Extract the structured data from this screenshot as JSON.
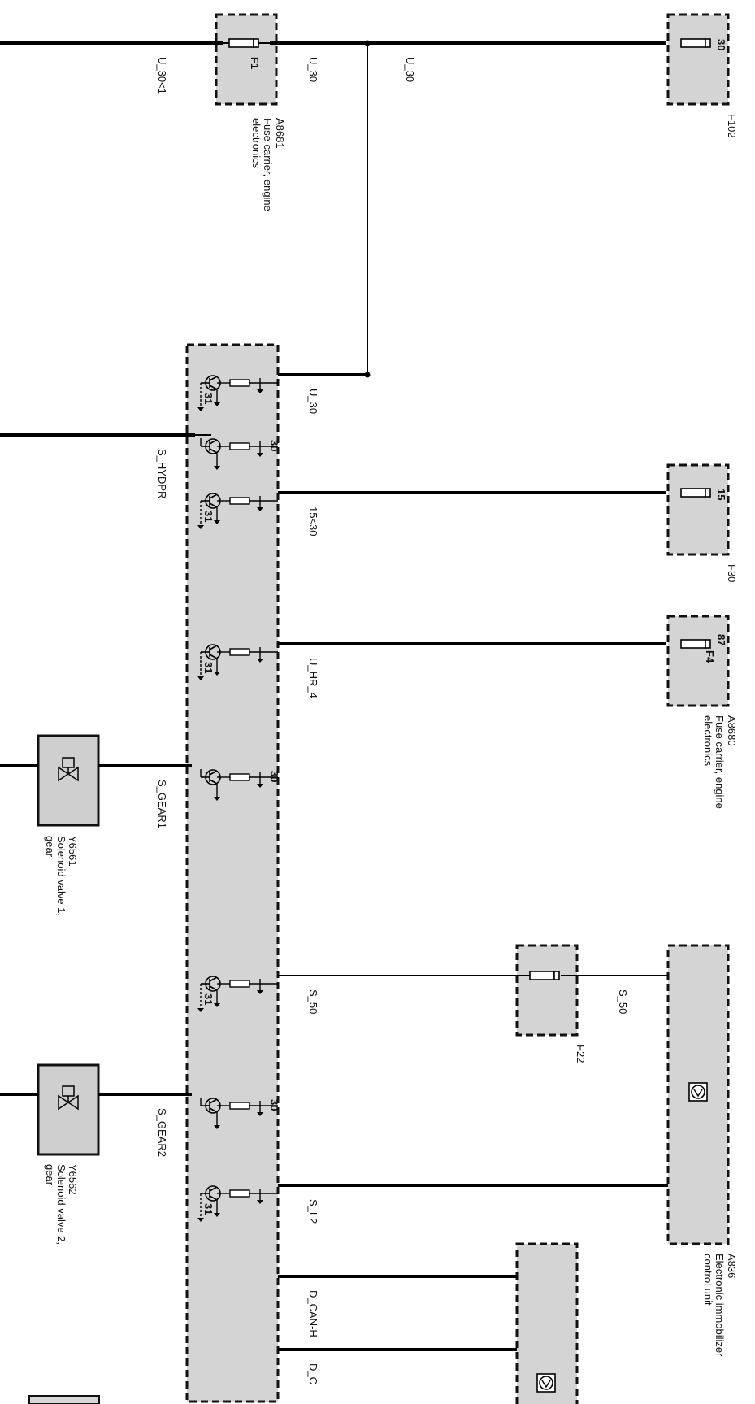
{
  "wires": {
    "u30_1": "U_30<1",
    "u30_a": "U_30",
    "u30_b": "U_30",
    "u30_c": "U_30",
    "s_hydpr": "S_HYDPR",
    "k15_30": "15<30",
    "u_hr_4": "U_HR_4",
    "s_gear1": "S_GEAR1",
    "s_50_a": "S_50",
    "s_50_b": "S_50",
    "s_gear2": "S_GEAR2",
    "s_l2": "S_L2",
    "d_can_h": "D_CAN-H",
    "d_can_l": "D_C"
  },
  "components": {
    "a8681": {
      "id": "A8681",
      "name_line1": "Fuse carrier, engine",
      "name_line2": "electronics",
      "fuse": "F1"
    },
    "f102": {
      "id": "F102",
      "pin": "30"
    },
    "f30": {
      "id": "F30",
      "pin": "15"
    },
    "a8680": {
      "id": "A8680",
      "name_line1": "Fuse carrier, engine",
      "name_line2": "electronics",
      "fuse": "F4",
      "pin": "87"
    },
    "y6561": {
      "id": "Y6561",
      "name_line1": "Solenoid valve 1,",
      "name_line2": "gear"
    },
    "f22": {
      "id": "F22"
    },
    "y6562": {
      "id": "Y6562",
      "name_line1": "Solenoid valve 2,",
      "name_line2": "gear"
    },
    "a836": {
      "id": "A836",
      "name_line1": "Electronic immobilizer",
      "name_line2": "control unit"
    }
  },
  "pins": {
    "hydpr": "30",
    "gear1": "30",
    "gear2": "30",
    "ground": "31"
  }
}
